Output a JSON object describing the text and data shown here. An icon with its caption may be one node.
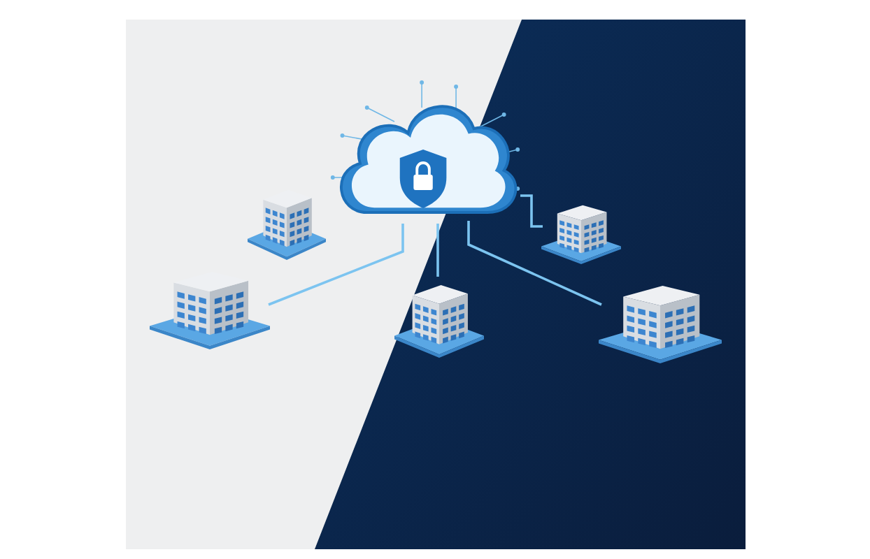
{
  "diagram": {
    "nodes": [
      {
        "text": [],
        "shape": "picture"
      },
      {
        "text": [],
        "shape": "picture"
      },
      {
        "text": [],
        "shape": "picture"
      },
      {
        "text": [],
        "shape": "picture"
      },
      {
        "text": [],
        "shape": "picture"
      },
      {
        "text": [],
        "shape": "picture"
      }
    ],
    "edges": [
      {
        "from": 0,
        "to": 1,
        "arrow": "none"
      },
      {
        "from": 0,
        "to": 3,
        "arrow": "none"
      },
      {
        "from": 0,
        "to": 4,
        "arrow": "none"
      },
      {
        "from": 0,
        "to": 5,
        "arrow": "none"
      }
    ]
  }
}
